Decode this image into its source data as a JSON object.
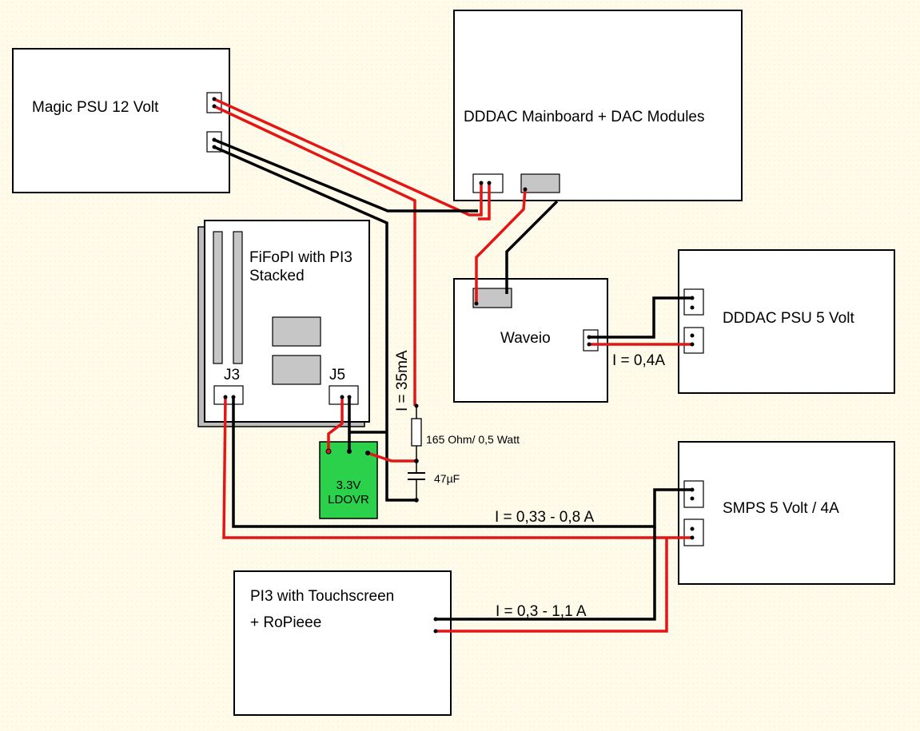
{
  "labels": {
    "magic_psu": "Magic PSU 12 Volt",
    "dddac_mainboard": "DDDAC Mainboard + DAC Modules",
    "fifopi_line1": "FiFoPI with PI3",
    "fifopi_line2": "Stacked",
    "j3": "J3",
    "j5": "J5",
    "waveio": "Waveio",
    "dddac_psu": "DDDAC PSU 5 Volt",
    "smps": "SMPS 5 Volt / 4A",
    "pi3_line1": "PI3 with Touchscreen",
    "pi3_line2": "+ RoPieee",
    "ldovr_line1": "3.3V",
    "ldovr_line2": "LDOVR"
  },
  "annotations": {
    "current_35ma": "I = 35mA",
    "resistor": "165 Ohm/ 0,5 Watt",
    "capacitor": "47µF",
    "current_waveio": "I = 0,4A",
    "current_fifopi": "I = 0,33 - 0,8 A",
    "current_pi3": "I = 0,3 - 1,1 A"
  },
  "colors": {
    "background": "#fffbea",
    "wire_positive": "#e41515",
    "wire_ground": "#000000",
    "ldovr_fill": "#2bd14a",
    "chip_fill": "#c6c6c6"
  }
}
